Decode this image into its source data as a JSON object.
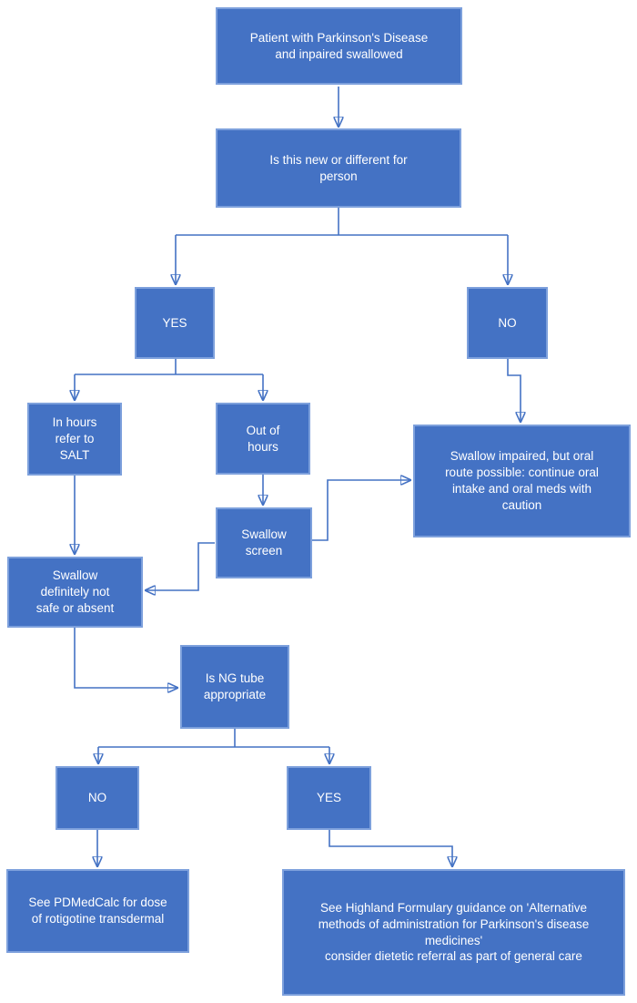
{
  "diagram": {
    "type": "flowchart",
    "topic": "Parkinson's Disease impaired swallowing pathway",
    "colors": {
      "node_fill": "#4472C4",
      "node_border": "#7DA0DC",
      "connector": "#4472C4",
      "text": "#FFFFFF",
      "background": "#FFFFFF"
    },
    "nodes": {
      "patient": "Patient with Parkinson's Disease\nand inpaired swallowed",
      "new_or_different": "Is this new or different for\nperson",
      "yes_1": "YES",
      "no_1": "NO",
      "in_hours": "In hours\nrefer to\nSALT",
      "out_of_hours": "Out of\nhours",
      "swallow_impaired_oral": "Swallow impaired, but oral\nroute possible: continue oral\nintake and oral meds with\ncaution",
      "swallow_screen": "Swallow\nscreen",
      "swallow_not_safe": "Swallow\ndefinitely not\nsafe or absent",
      "ng_tube": "Is NG tube\nappropriate",
      "no_2": "NO",
      "yes_2": "YES",
      "pdmedcalc": "See PDMedCalc for dose\nof rotigotine transdermal",
      "highland": "See Highland Formulary guidance on 'Alternative\nmethods of administration for Parkinson's disease\nmedicines'\nconsider dietetic referral as part of general care"
    },
    "edges": [
      {
        "from": "patient",
        "to": "new_or_different"
      },
      {
        "from": "new_or_different",
        "to": "yes_1"
      },
      {
        "from": "new_or_different",
        "to": "no_1"
      },
      {
        "from": "yes_1",
        "to": "in_hours"
      },
      {
        "from": "yes_1",
        "to": "out_of_hours"
      },
      {
        "from": "no_1",
        "to": "swallow_impaired_oral"
      },
      {
        "from": "in_hours",
        "to": "swallow_not_safe"
      },
      {
        "from": "out_of_hours",
        "to": "swallow_screen"
      },
      {
        "from": "swallow_screen",
        "to": "swallow_impaired_oral"
      },
      {
        "from": "swallow_screen",
        "to": "swallow_not_safe"
      },
      {
        "from": "swallow_not_safe",
        "to": "ng_tube"
      },
      {
        "from": "ng_tube",
        "to": "no_2"
      },
      {
        "from": "ng_tube",
        "to": "yes_2"
      },
      {
        "from": "no_2",
        "to": "pdmedcalc"
      },
      {
        "from": "yes_2",
        "to": "highland"
      }
    ]
  }
}
